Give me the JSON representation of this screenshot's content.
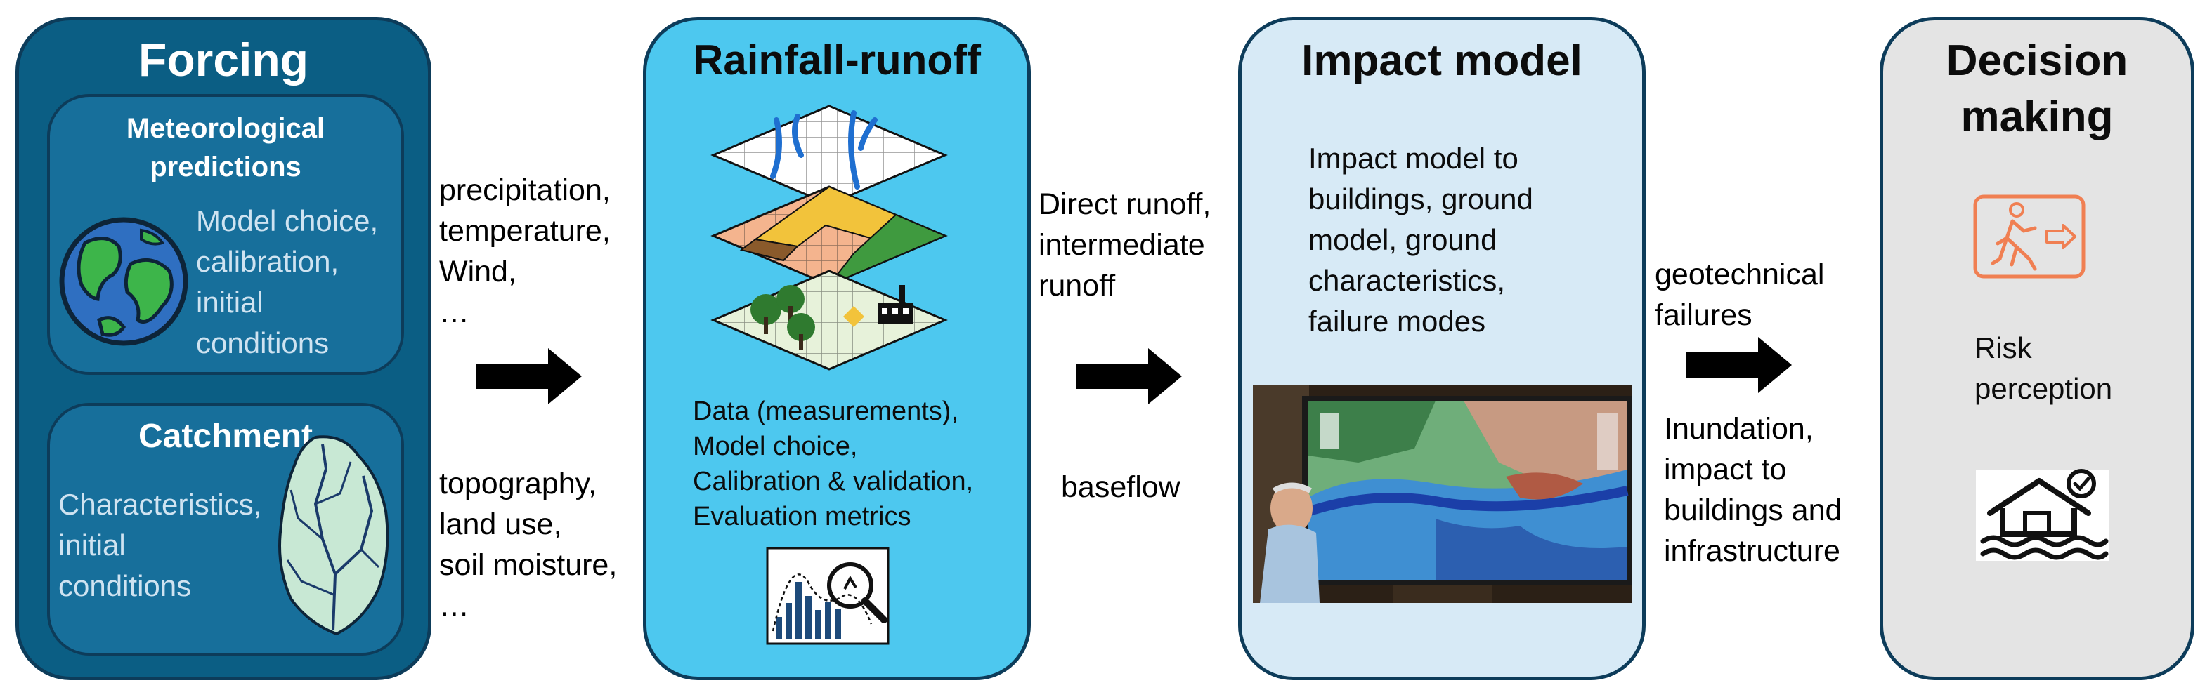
{
  "colors": {
    "forcing_bg": "#0b5e84",
    "forcing_inner": "#176f9b",
    "rainfall_bg": "#4dc8ef",
    "impact_bg": "#d7eaf6",
    "decision_bg": "#e4e4e4",
    "arrow": "#000000",
    "risk_icon": "#f07f52"
  },
  "forcing": {
    "title": "Forcing",
    "meteo": {
      "title": "Meteorological\npredictions",
      "text": "Model choice,\ncalibration,\ninitial\nconditions",
      "icon": "earth-globe-icon"
    },
    "catchment": {
      "title": "Catchment",
      "text": "Characteristics,\ninitial\nconditions",
      "icon": "catchment-map-icon"
    }
  },
  "arrow1": {
    "top_text": "precipitation,\ntemperature,\nWind,\n…",
    "bottom_text": "topography,\nland use,\nsoil moisture,\n…"
  },
  "rainfall": {
    "title": "Rainfall-runoff",
    "text": "Data (measurements),\nModel choice,\nCalibration & validation,\nEvaluation metrics",
    "icons": [
      "layered-grid-model-icon",
      "chart-magnifier-icon"
    ]
  },
  "arrow2": {
    "top_text": "Direct runoff,\nintermediate\nrunoff",
    "bottom_text": "baseflow"
  },
  "impact": {
    "title": "Impact model",
    "text": "Impact model to\nbuildings, ground\nmodel, ground\ncharacteristics,\nfailure modes",
    "image": "flood-map-control-room-photo"
  },
  "arrow3": {
    "top_text": "geotechnical\nfailures",
    "bottom_text": "Inundation,\nimpact to\nbuildings and\ninfrastructure"
  },
  "decision": {
    "title": "Decision\nmaking",
    "text": "Risk\nperception",
    "icons": [
      "evacuation-exit-icon",
      "flooded-house-icon"
    ]
  }
}
